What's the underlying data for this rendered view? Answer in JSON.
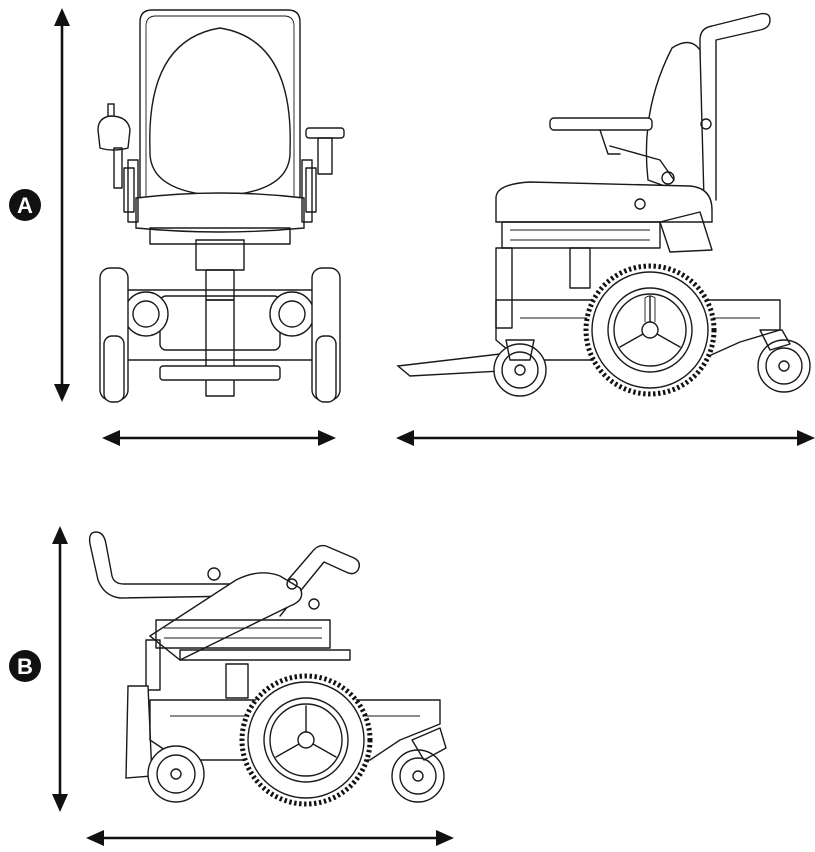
{
  "labels": {
    "badge_a": "A",
    "badge_b": "B"
  },
  "colors": {
    "line": "#1a1a1a",
    "badge": "#111111",
    "badge_text": "#ffffff",
    "background": "#ffffff"
  },
  "icons": {
    "badge_shape": "filled-circle",
    "dimension_arrow": "double-headed-arrow"
  }
}
